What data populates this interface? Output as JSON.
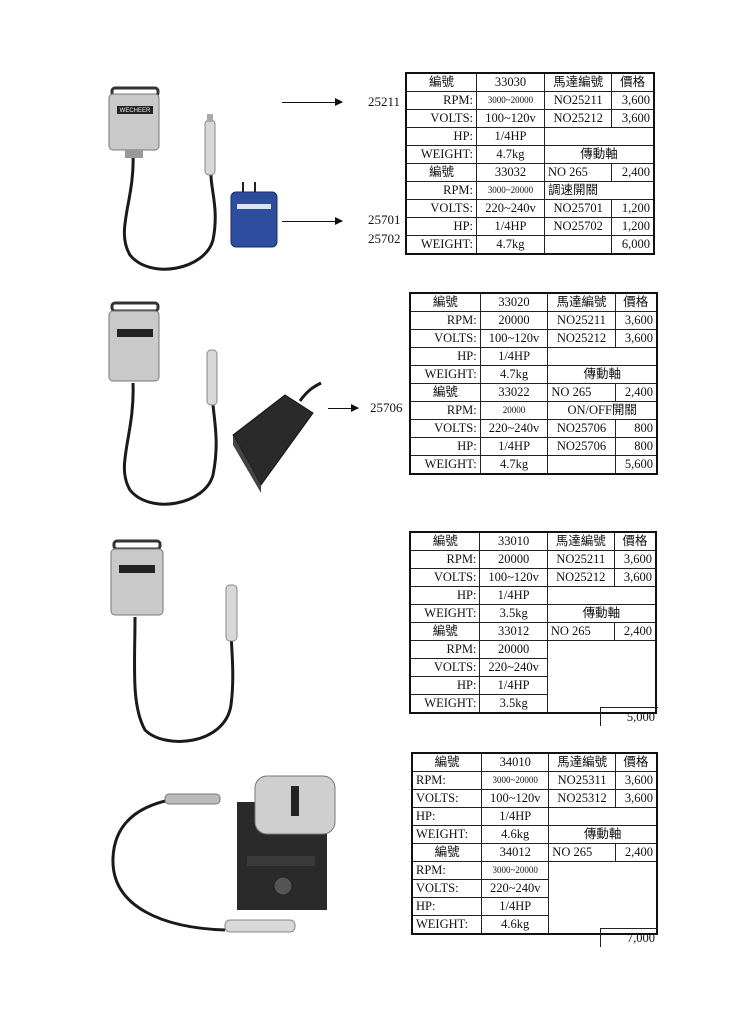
{
  "products": [
    {
      "refs": [
        "25211",
        "25701",
        "25702"
      ],
      "rows": [
        [
          "編號",
          "33030",
          "馬達編號",
          "價格"
        ],
        [
          "RPM:",
          "3000~20000",
          "NO25211",
          "3,600"
        ],
        [
          "VOLTS:",
          "100~120v",
          "NO25212",
          "3,600"
        ],
        [
          "HP:",
          "1/4HP",
          "",
          ""
        ],
        [
          "WEIGHT:",
          "4.7kg",
          "傳動軸",
          ""
        ],
        [
          "編號",
          "33032",
          "NO 265",
          "2,400"
        ],
        [
          "RPM:",
          "3000~20000",
          "調速開關",
          ""
        ],
        [
          "VOLTS:",
          "220~240v",
          "NO25701",
          "1,200"
        ],
        [
          "HP:",
          "1/4HP",
          "NO25702",
          "1,200"
        ],
        [
          "WEIGHT:",
          "4.7kg",
          "",
          "6,000"
        ]
      ]
    },
    {
      "refs": [
        "25706"
      ],
      "rows": [
        [
          "編號",
          "33020",
          "馬達編號",
          "價格"
        ],
        [
          "RPM:",
          "20000",
          "NO25211",
          "3,600"
        ],
        [
          "VOLTS:",
          "100~120v",
          "NO25212",
          "3,600"
        ],
        [
          "HP:",
          "1/4HP",
          "",
          ""
        ],
        [
          "WEIGHT:",
          "4.7kg",
          "傳動軸",
          ""
        ],
        [
          "編號",
          "33022",
          "NO 265",
          "2,400"
        ],
        [
          "RPM:",
          "20000",
          "ON/OFF開關",
          ""
        ],
        [
          "VOLTS:",
          "220~240v",
          "NO25706",
          "800"
        ],
        [
          "HP:",
          "1/4HP",
          "NO25706",
          "800"
        ],
        [
          "WEIGHT:",
          "4.7kg",
          "",
          "5,600"
        ]
      ]
    },
    {
      "refs": [],
      "rows": [
        [
          "編號",
          "33010",
          "馬達編號",
          "價格"
        ],
        [
          "RPM:",
          "20000",
          "NO25211",
          "3,600"
        ],
        [
          "VOLTS:",
          "100~120v",
          "NO25212",
          "3,600"
        ],
        [
          "HP:",
          "1/4HP",
          "",
          ""
        ],
        [
          "WEIGHT:",
          "3.5kg",
          "傳動軸",
          ""
        ],
        [
          "編號",
          "33012",
          "NO 265",
          "2,400"
        ],
        [
          "RPM:",
          "20000",
          "",
          ""
        ],
        [
          "VOLTS:",
          "220~240v",
          "",
          ""
        ],
        [
          "HP:",
          "1/4HP",
          "",
          ""
        ],
        [
          "WEIGHT:",
          "3.5kg",
          "",
          "5,000"
        ]
      ]
    },
    {
      "refs": [],
      "rows": [
        [
          "編號",
          "34010",
          "馬達編號",
          "價格"
        ],
        [
          "RPM:",
          "3000~20000",
          "NO25311",
          "3,600"
        ],
        [
          "VOLTS:",
          "100~120v",
          "NO25312",
          "3,600"
        ],
        [
          "HP:",
          "1/4HP",
          "",
          ""
        ],
        [
          "WEIGHT:",
          "4.6kg",
          "傳動軸",
          ""
        ],
        [
          "編號",
          "34012",
          "NO 265",
          "2,400"
        ],
        [
          "RPM:",
          "3000~20000",
          "",
          ""
        ],
        [
          "VOLTS:",
          "220~240v",
          "",
          ""
        ],
        [
          "HP:",
          "1/4HP",
          "",
          ""
        ],
        [
          "WEIGHT:",
          "4.6kg",
          "",
          "7,000"
        ]
      ]
    }
  ],
  "brand": "WECHEER",
  "colors": {
    "ink": "#111111",
    "metal": "#c9c9c9",
    "pedal_blue": "#2f4d9e",
    "pedal_dark": "#2a2a2a",
    "cable": "#1a1a1a"
  }
}
